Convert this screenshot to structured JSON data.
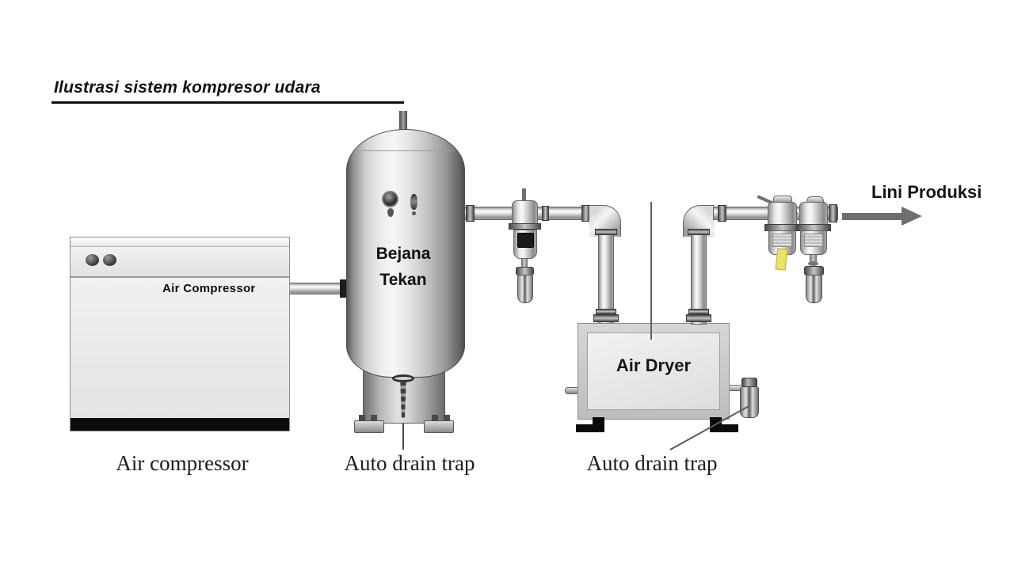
{
  "title": {
    "text": "Ilustrasi sistem kompresor udara"
  },
  "components": {
    "compressor": {
      "device_label": "Air Compressor",
      "caption": "Air compressor"
    },
    "vessel": {
      "label": "Bejana Tekan",
      "caption": "Auto drain trap"
    },
    "dryer": {
      "label": "Air Dryer",
      "caption": "Auto drain trap"
    },
    "output": {
      "label": "Lini Produksi"
    }
  },
  "colors": {
    "arrow_gray": "#6e6e6e",
    "indicator_yellow": "#e9e263",
    "base_black": "#0b0b0b",
    "ink": "#141414"
  }
}
